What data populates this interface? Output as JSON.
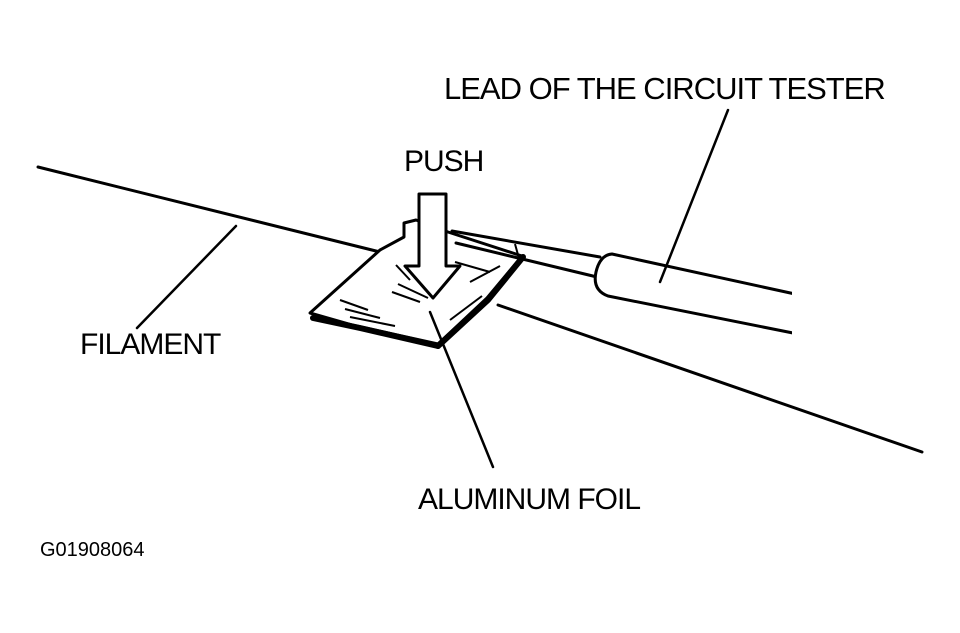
{
  "labels": {
    "lead": "LEAD OF THE CIRCUIT TESTER",
    "push": "PUSH",
    "filament": "FILAMENT",
    "foil": "ALUMINUM FOIL",
    "figure_code": "G01908064"
  },
  "colors": {
    "ink": "#000000",
    "paper": "#ffffff"
  }
}
